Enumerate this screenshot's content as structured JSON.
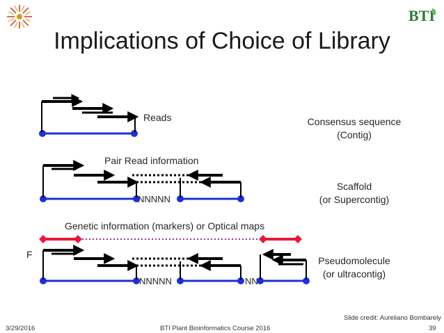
{
  "slide": {
    "title": "Implications of Choice of Library",
    "logo_right_text": "BTI"
  },
  "diagram": {
    "label_reads": "Reads",
    "label_pair": "Pair Read information",
    "label_genetic": "Genetic information (markers) or Optical maps",
    "label_f": "F",
    "gap_n_row2": "NNNNN",
    "gap_n_row3a": "NNNNN",
    "gap_n_row3b": "NN",
    "right_labels": [
      {
        "line1": "Consensus sequence",
        "line2": "(Contig)"
      },
      {
        "line1": "Scaffold",
        "line2": "(or Supercontig)"
      },
      {
        "line1": "Pseudomolecule",
        "line2": "(or ultracontig)"
      }
    ]
  },
  "footer": {
    "date": "3/29/2016",
    "course": "BTI Plant Bioinformatics Course 2016",
    "credit": "Slide credit: Aureliano Bombarely",
    "page": "39"
  },
  "colors": {
    "contig_blue": "#1f2fd6",
    "marker_red": "#e8173a",
    "link_purple": "#a0308a"
  }
}
